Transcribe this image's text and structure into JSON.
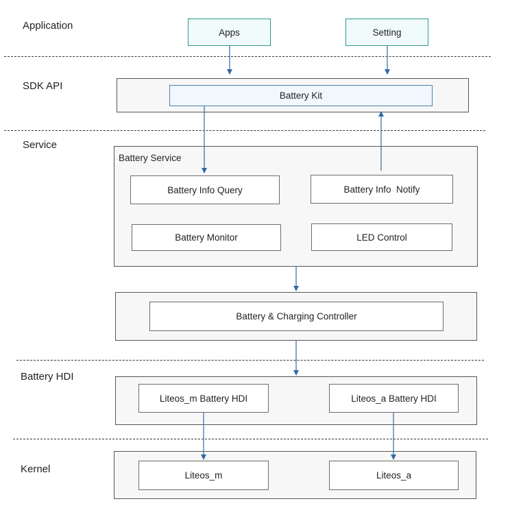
{
  "layers": {
    "application": "Application",
    "sdk_api": "SDK API",
    "service": "Service",
    "battery_hdi": "Battery HDI",
    "kernel": "Kernel"
  },
  "application": {
    "apps": "Apps",
    "setting": "Setting"
  },
  "sdk": {
    "battery_kit": "Battery Kit"
  },
  "service": {
    "title": "Battery Service",
    "info_query": "Battery Info Query",
    "info_notify": "Battery Info  Notify",
    "monitor": "Battery Monitor",
    "led_control": "LED Control"
  },
  "controller": {
    "label": "Battery & Charging Controller"
  },
  "hdi": {
    "liteos_m": "Liteos_m Battery HDI",
    "liteos_a": "Liteos_a Battery HDI"
  },
  "kernel": {
    "liteos_m": "Liteos_m",
    "liteos_a": "Liteos_a"
  },
  "colors": {
    "arrow": "#2f6aa8",
    "app_box_border": "#2b9a8a",
    "kit_box_border": "#4a7fb5"
  }
}
